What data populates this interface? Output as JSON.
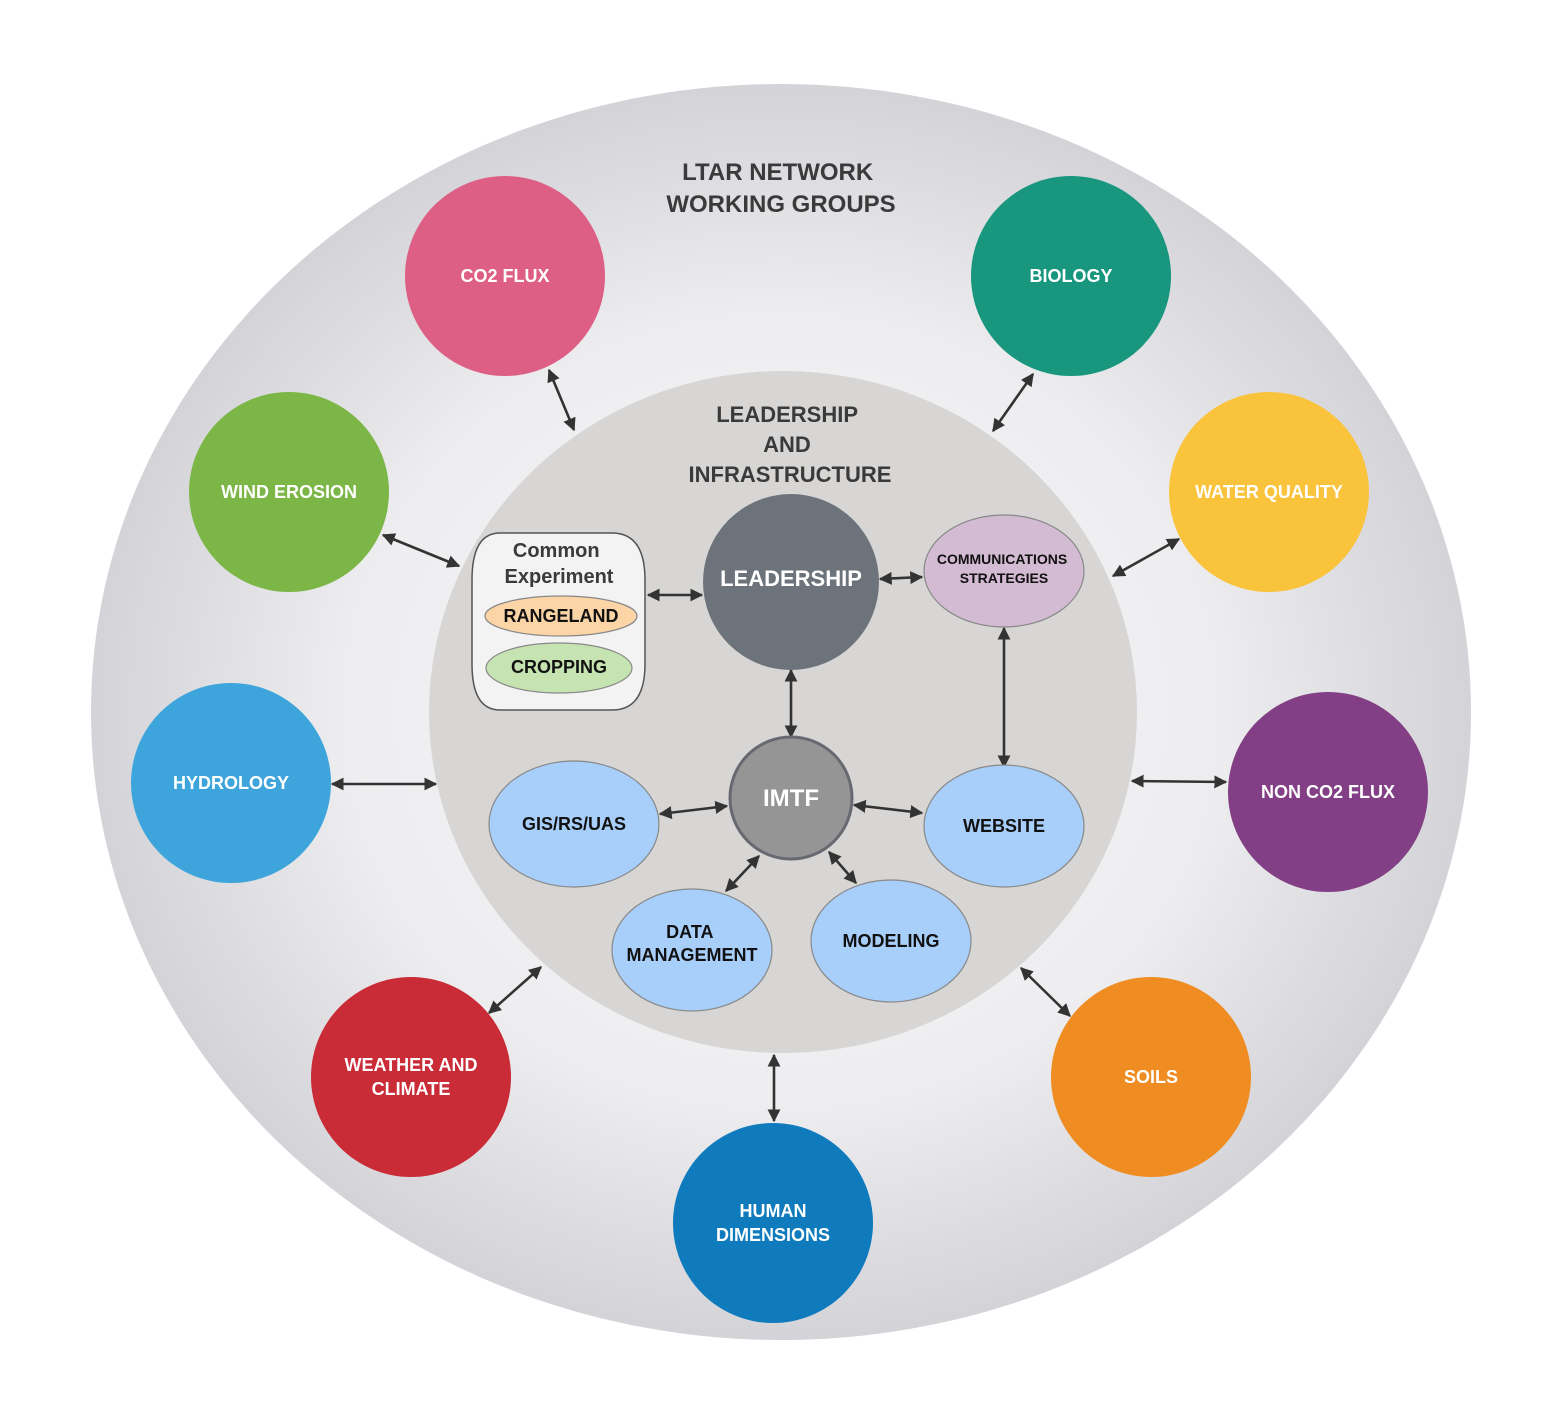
{
  "outer_title": [
    "LTAR NETWORK",
    "WORKING GROUPS"
  ],
  "inner_title": [
    "LEADERSHIP",
    "AND",
    "INFRASTRUCTURE"
  ],
  "common_experiment": {
    "title": [
      "Common",
      "Experiment"
    ],
    "rangeland": "RANGELAND",
    "cropping": "CROPPING"
  },
  "core": {
    "leadership": "LEADERSHIP",
    "communications": [
      "COMMUNICATIONS",
      "STRATEGIES"
    ],
    "imtf": "IMTF",
    "gis": "GIS/RS/UAS",
    "website": "WEBSITE",
    "data_management": [
      "DATA",
      "MANAGEMENT"
    ],
    "modeling": "MODELING"
  },
  "working_groups": {
    "co2_flux": {
      "label": [
        "CO2 FLUX"
      ],
      "color": "#de5f86"
    },
    "biology": {
      "label": [
        "BIOLOGY"
      ],
      "color": "#18967e"
    },
    "wind_erosion": {
      "label": [
        "WIND EROSION"
      ],
      "color": "#7cb646"
    },
    "water_quality": {
      "label": [
        "WATER QUALITY"
      ],
      "color": "#f9c33c"
    },
    "hydrology": {
      "label": [
        "HYDROLOGY"
      ],
      "color": "#3da5dc"
    },
    "non_co2_flux": {
      "label": [
        "NON CO2 FLUX"
      ],
      "color": "#823f85"
    },
    "weather_climate": {
      "label": [
        "WEATHER AND",
        "CLIMATE"
      ],
      "color": "#c92b37"
    },
    "soils": {
      "label": [
        "SOILS"
      ],
      "color": "#ef8d22"
    },
    "human_dimensions": {
      "label": [
        "HUMAN",
        "DIMENSIONS"
      ],
      "color": "#0f7bbd"
    }
  },
  "colors": {
    "leadership": "#6c737b",
    "imtf": "#959595",
    "communications": "#d3bbd3",
    "core_light_blue": "#a8cefa",
    "rangeland": "#fbd5a6",
    "cropping": "#c6e3b2",
    "inner_circle": "#d7d6d5",
    "outer_ring": "#d9d9dd",
    "arrow": "#333333"
  }
}
